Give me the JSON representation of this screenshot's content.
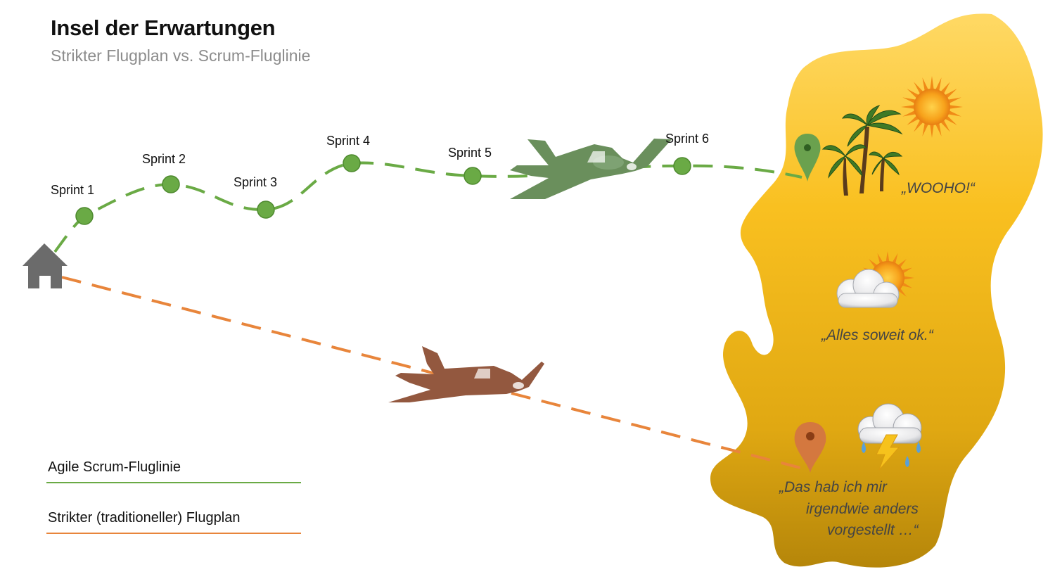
{
  "title": "Insel der Erwartungen",
  "subtitle": "Strikter Flugplan vs. Scrum-Fluglinie",
  "sprints": [
    {
      "label": "Sprint 1"
    },
    {
      "label": "Sprint 2"
    },
    {
      "label": "Sprint 3"
    },
    {
      "label": "Sprint 4"
    },
    {
      "label": "Sprint 5"
    },
    {
      "label": "Sprint 6"
    }
  ],
  "legend": {
    "agile": "Agile Scrum-Fluglinie",
    "strict": "Strikter (traditioneller) Flugplan"
  },
  "island": {
    "quote_top": "„WOOHO!“",
    "quote_mid": "„Alles soweit ok.“",
    "quote_bottom_1": "„Das hab ich mir",
    "quote_bottom_2": "irgendwie anders",
    "quote_bottom_3": "vorgestellt …“"
  },
  "colors": {
    "agile": "#6aaa45",
    "strict": "#e8853b",
    "home": "#6b6b6b",
    "plane_green": "#6a8f5c",
    "plane_brown": "#93583f"
  },
  "icons": [
    "home-icon",
    "airplane-icon",
    "map-pin-icon",
    "palm-trees-icon",
    "sun-icon",
    "sun-cloud-icon",
    "storm-cloud-icon"
  ]
}
